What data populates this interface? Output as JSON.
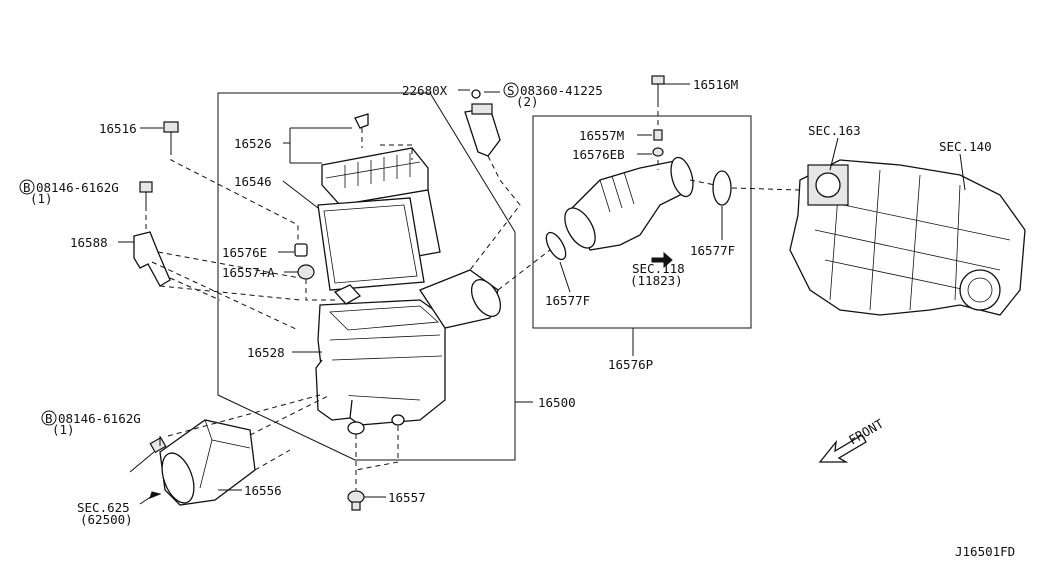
{
  "diagram_code": "J16501FD",
  "front_label": "FRONT",
  "labels": {
    "p22680x": "22680X",
    "s08360": "08360-41225",
    "s08360_qty": "(2)",
    "p16516m": "16516M",
    "p16516": "16516",
    "p16526": "16526",
    "p16546": "16546",
    "b08146a": "08146-6162G",
    "b08146a_qty": "(1)",
    "p16588": "16588",
    "p16576e": "16576E",
    "p16557plusa": "16557+A",
    "p16528": "16528",
    "p16500": "16500",
    "b08146b": "08146-6162G",
    "b08146b_qty": "(1)",
    "p16556": "16556",
    "sec625": "SEC.625",
    "sec625_sub": "(62500)",
    "p16557": "16557",
    "p16557m": "16557M",
    "p16576eb": "16576EB",
    "p16577f_left": "16577F",
    "p16577f_right": "16577F",
    "sec118": "SEC.118",
    "sec118_sub": "(11823)",
    "p16576p": "16576P",
    "sec163": "SEC.163",
    "sec140": "SEC.140",
    "prefix_s": "S",
    "prefix_b": "B"
  }
}
